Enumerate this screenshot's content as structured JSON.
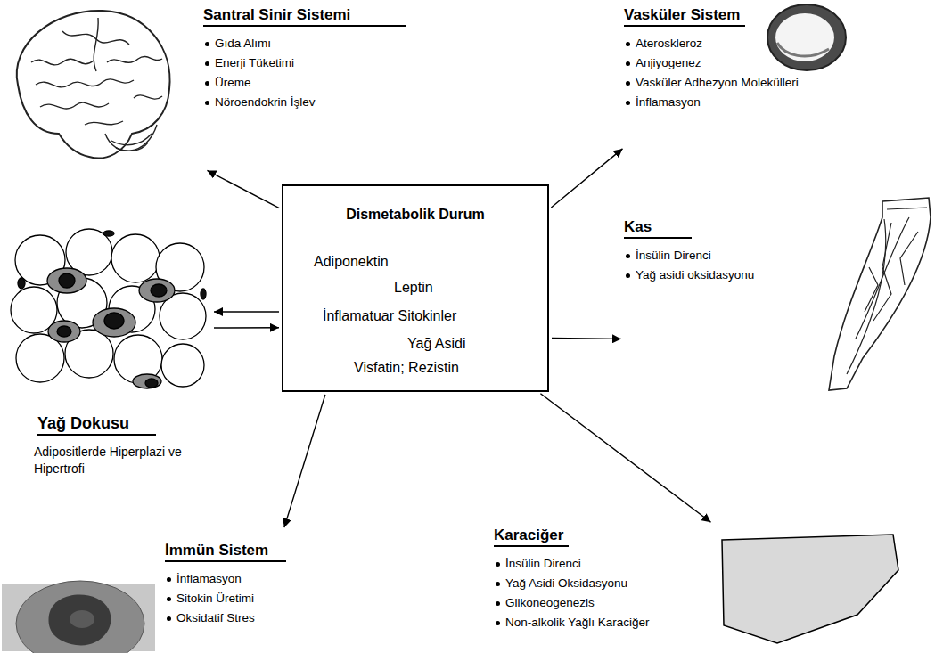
{
  "diagram": {
    "nodes": [
      {
        "text": [
          "Santral Sinir Sistemi",
          "Gıda Alımı",
          "Enerji Tüketimi",
          "Üreme",
          "Nöroendokrin İşlev"
        ]
      },
      {
        "text": [
          "Vasküler Sistem",
          "Ateroskleroz",
          "Anjiyogenez",
          "Vasküler Adhezyon Molekülleri",
          "İnflamasyon"
        ]
      },
      {
        "text": [
          "Dismetabolik Durum",
          "Adiponektin",
          "Leptin",
          "İnflamatuar Sitokinler",
          "Yağ Asidi",
          "Visfatin; Rezistin"
        ]
      },
      {
        "text": [
          "Kas",
          "İnsülin Direnci",
          "Yağ asidi oksidasyonu"
        ]
      },
      {
        "text": [
          "Yağ Dokusu",
          "Adipositlerde Hiperplazi ve Hipertrofi"
        ]
      },
      {
        "text": [
          "İmmün Sistem",
          "İnflamasyon",
          "Sitokin Üretimi",
          "Oksidatif Stres"
        ]
      },
      {
        "text": [
          "Karaciğer",
          "İnsülin Direnci",
          "Yağ Asidi Oksidasyonu",
          "Glikoneogenezis",
          "Non-alkolik Yağlı Karaciğer"
        ]
      }
    ],
    "edges": [
      {
        "from": 2,
        "to": 0,
        "arrow": "to"
      },
      {
        "from": 2,
        "to": 1,
        "arrow": "to"
      },
      {
        "from": 2,
        "to": 3,
        "arrow": "to"
      },
      {
        "from": 2,
        "to": 4,
        "arrow": "to"
      },
      {
        "from": 4,
        "to": 2,
        "arrow": "to"
      },
      {
        "from": 2,
        "to": 5,
        "arrow": "to"
      },
      {
        "from": 2,
        "to": 6,
        "arrow": "to"
      }
    ]
  }
}
